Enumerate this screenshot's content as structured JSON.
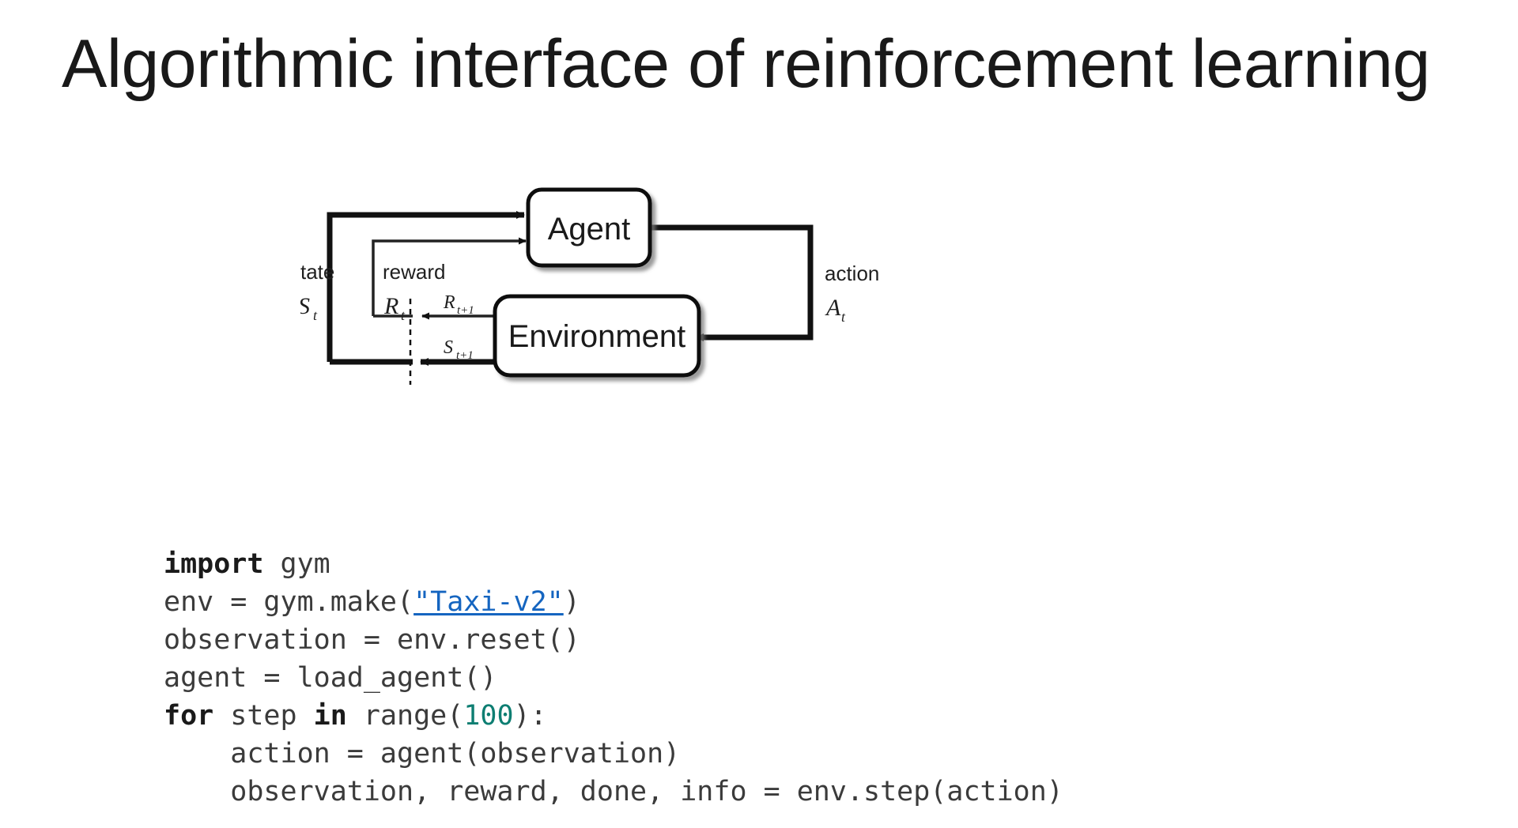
{
  "slide": {
    "title": "Algorithmic interface of reinforcement learning",
    "background_color": "#ffffff",
    "title_color": "#191919"
  },
  "diagram": {
    "type": "agent-environment-loop",
    "nodes": [
      {
        "id": "agent",
        "label": "Agent"
      },
      {
        "id": "environment",
        "label": "Environment"
      }
    ],
    "edges": [
      {
        "id": "state-edge",
        "from": "environment",
        "to": "agent",
        "word": "state",
        "symbol": "S",
        "symbol_subscript": "t",
        "emitted_word": "",
        "emitted_symbol": "S",
        "emitted_symbol_subscript": "t+1",
        "weight": "thick"
      },
      {
        "id": "reward-edge",
        "from": "environment",
        "to": "agent",
        "word": "reward",
        "symbol": "R",
        "symbol_subscript": "t",
        "emitted_symbol": "R",
        "emitted_symbol_subscript": "t+1",
        "weight": "thin"
      },
      {
        "id": "action-edge",
        "from": "agent",
        "to": "environment",
        "word": "action",
        "symbol": "A",
        "symbol_subscript": "t",
        "weight": "thick"
      }
    ],
    "time_boundary": "dashed-vertical-line"
  },
  "code": {
    "language": "python",
    "link_color": "#1565c0",
    "number_color": "#0d7e72",
    "keyword_color": "#1a1a1a",
    "text_color": "#3b3b3b",
    "lines": [
      {
        "id": "line-1",
        "tokens": [
          {
            "type": "kw",
            "text": "import"
          },
          {
            "type": "plain",
            "text": " gym"
          }
        ]
      },
      {
        "id": "line-2",
        "tokens": [
          {
            "type": "plain",
            "text": "env = gym.make("
          },
          {
            "type": "link",
            "text": "\"Taxi-v2\""
          },
          {
            "type": "plain",
            "text": ")"
          }
        ]
      },
      {
        "id": "line-3",
        "tokens": [
          {
            "type": "plain",
            "text": "observation = env.reset()"
          }
        ]
      },
      {
        "id": "line-4",
        "tokens": [
          {
            "type": "plain",
            "text": "agent = load_agent()"
          }
        ]
      },
      {
        "id": "line-5",
        "tokens": [
          {
            "type": "kw",
            "text": "for"
          },
          {
            "type": "plain",
            "text": " step "
          },
          {
            "type": "kw",
            "text": "in"
          },
          {
            "type": "plain",
            "text": " range("
          },
          {
            "type": "num",
            "text": "100"
          },
          {
            "type": "plain",
            "text": "):"
          }
        ]
      },
      {
        "id": "line-6",
        "tokens": [
          {
            "type": "plain",
            "text": "    action = agent(observation)"
          }
        ]
      },
      {
        "id": "line-7",
        "tokens": [
          {
            "type": "plain",
            "text": "    observation, reward, done, info = env.step(action)"
          }
        ]
      }
    ]
  }
}
